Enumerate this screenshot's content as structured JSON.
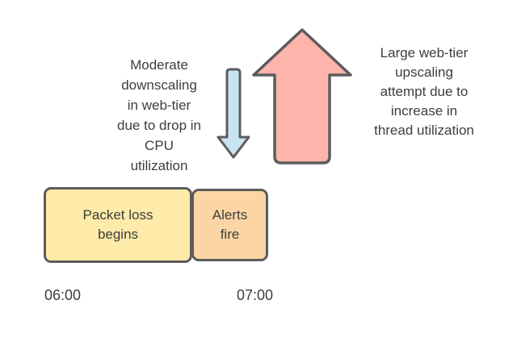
{
  "diagram": {
    "background_color": "#ffffff",
    "stroke_color": "#5c5c5c",
    "text_color": "#3d3d3d",
    "annotations": {
      "left": {
        "full_text": "Moderate downscaling in web-tier due to drop in CPU utilization",
        "lines": [
          "Moderate",
          "downscaling",
          "in web-tier",
          "due to drop in",
          "CPU",
          "utilization"
        ]
      },
      "right": {
        "full_text": "Large web-tier upscaling attempt due to increase in thread utilization",
        "lines": [
          "Large web-tier",
          "upscaling",
          "attempt due to",
          "increase in",
          "thread utilization"
        ]
      }
    },
    "arrows": {
      "down": {
        "direction": "down",
        "fill": "#c7e4f5",
        "meaning": "moderate downscaling"
      },
      "up": {
        "direction": "up",
        "fill": "#feb4ab",
        "meaning": "large upscaling attempt"
      }
    },
    "events": [
      {
        "fill": "#feeba9",
        "label": "Packet loss begins",
        "label_lines": [
          "Packet loss",
          "begins"
        ]
      },
      {
        "fill": "#fbd6a4",
        "label": "Alerts fire",
        "label_lines": [
          "Alerts",
          "fire"
        ]
      }
    ],
    "timeline": {
      "start": "06:00",
      "end": "07:00"
    }
  }
}
